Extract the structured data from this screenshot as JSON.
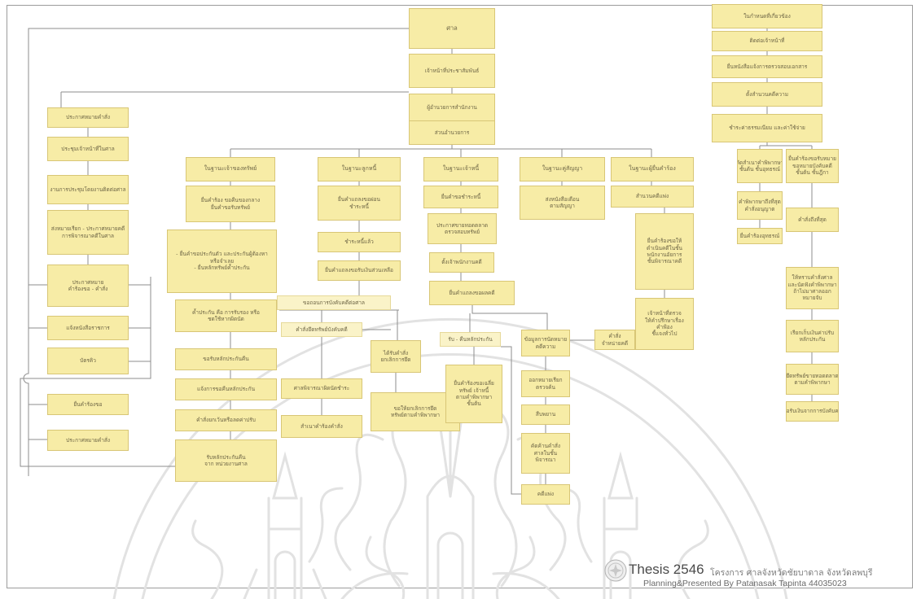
{
  "nodes": {
    "c1": [
      "ศาล"
    ],
    "c2": [
      "เจ้าหน้าที่ประชาสัมพันธ์"
    ],
    "c3": [
      "ผู้อำนวยการสำนักงาน"
    ],
    "c4": [
      "ส่วนอำนวยการ"
    ],
    "l1": [
      "ประกาศหมายคำสั่ง"
    ],
    "l2": [
      "ประชุมเจ้าหน้าที่ในศาล"
    ],
    "l3": [
      "งานการประชุมโดยงานติดต่อศาล"
    ],
    "l4": [
      "ส่งหมายเรียก - ประกาศหมายคดี",
      "การพิจารณาคดีในศาล"
    ],
    "l5": [
      "ประกาศหมาย",
      "คำร้องขอ - คำสั่ง"
    ],
    "l6": [
      "แจ้งหนังสือราชการ"
    ],
    "l7": [
      "บัตรคิว"
    ],
    "l8": [
      "ยื่นคำร้องขอ"
    ],
    "l9": [
      "ประกาศหมายคำสั่ง"
    ],
    "h1": [
      "ในฐานะเจ้าของทรัพย์"
    ],
    "h2": [
      "ในฐานะลูกหนี้"
    ],
    "h3": [
      "ในฐานะเจ้าหนี้"
    ],
    "h4": [
      "ในฐานะคู่สัญญา"
    ],
    "h5": [
      "ในฐานะผู้ยื่นคำร้อง"
    ],
    "a1": [
      "ยื่นคำร้อง ขอคืนของกลาง",
      "ยื่นคำขอรับทรัพย์"
    ],
    "a2": [
      "- ยื่นคำขอประกันตัว และประกันผู้ต้องหา",
      "หรือจำเลย",
      "- ยื่นหลักทรัพย์ค้ำประกัน"
    ],
    "a3": [
      "ค้ำประกัน คือ การรับรอง หรือ",
      "ชดใช้หากผิดนัด"
    ],
    "a4": [
      "ขอรับหลักประกันคืน"
    ],
    "a5": [
      "แจ้งการขอคืนหลักประกัน"
    ],
    "a6": [
      "คำสั่งยกเว้นหรือลดค่าปรับ"
    ],
    "a7": [
      "รับหลักประกันคืน",
      "จาก หน่วยงานศาล"
    ],
    "b1": [
      "ยื่นคำแถลงขอผ่อน",
      "ชำระหนี้"
    ],
    "b2": [
      "ชำระหนี้แล้ว"
    ],
    "b3": [
      "ยื่นคำแถลงขอรับเงินส่วนเหลือ"
    ],
    "b4": [
      "ขอถอนการบังคับคดีต่อศาล"
    ],
    "b5": [
      "คำสั่งยึดทรัพย์บังคับคดี"
    ],
    "b6": [
      "ได้รับคำสั่ง",
      "ยกเลิกการยึด"
    ],
    "b7": [
      "ศาลพิจารณาผิดนัดชำระ"
    ],
    "b8": [
      "สำเนาคำร้องคำสั่ง"
    ],
    "b9": [
      "ขอให้ยกเลิกการยึด",
      "ทรัพย์ตามคำพิพากษา"
    ],
    "k1": [
      "ยื่นคำขอชำระหนี้"
    ],
    "k2": [
      "ประกาศขายทอดตลาด",
      "ตรวจสอบทรัพย์"
    ],
    "k3": [
      "ตั้งเจ้าพนักงานคดี"
    ],
    "k4": [
      "ยื่นคำแถลงขอผลคดี"
    ],
    "k5": [
      "รับ - คืนหลักประกัน"
    ],
    "k6": [
      "ยื่นคำร้องขอเฉลี่ย",
      "ทรัพย์ เจ้าหนี้",
      "ตามคำพิพากษา",
      "ชั้นต้น"
    ],
    "d1": [
      "ส่งหนังสือเตือน",
      "ตามสัญญา"
    ],
    "d2": [
      "ข้อมูลการนัดหมาย",
      "คดีความ"
    ],
    "d3": [
      "ออกหมายเรียก",
      "ตรวจค้น"
    ],
    "d4": [
      "สืบพยาน"
    ],
    "d5": [
      "คัดค้านคำสั่ง",
      "ศาลในชั้น",
      "พิจารณา"
    ],
    "d6": [
      "คดีแพ่ง"
    ],
    "e1": [
      "คำสั่ง",
      "จำหน่ายคดี"
    ],
    "f1": [
      "สำนวนคดีแพ่ง"
    ],
    "f2": [
      "ยื่นคำร้องขอให้",
      "ดำเนินคดีในชั้น",
      "พนักงานอัยการ",
      "ชั้นพิจารณาคดี"
    ],
    "f3": [
      "เจ้าหน้าที่ตรวจ",
      "ให้คำปรึกษาเรื่อง",
      "คำฟ้อง",
      "ชี้แจงทั่วไป"
    ],
    "r1": [
      "ในกำหนดที่เกี่ยวข้อง"
    ],
    "r2": [
      "ติดต่อเจ้าหน้าที่"
    ],
    "r3": [
      "ยื่นหนังสือแจ้งการตรวจสอบเอกสาร"
    ],
    "r4": [
      "ตั้งสำนวนคดีความ"
    ],
    "r5": [
      "ชำระค่าธรรมเนียม และค่าใช้จ่าย"
    ],
    "r6": [
      "คัดสำเนาคำพิพากษา",
      "ชั้นต้น ชั้นอุทธรณ์"
    ],
    "r7": [
      "คำพิพากษาถึงที่สุด",
      "คำสั่งอนุญาต"
    ],
    "r8": [
      "ยื่นคำร้องอุทธรณ์"
    ],
    "s1": [
      "ยื่นคำร้องขอรับหมาย",
      "ขอหมายบังคับคดี",
      "ชั้นต้น ชั้นฎีกา"
    ],
    "s2": [
      "คำสั่งถึงที่สุด"
    ],
    "s3": [
      "ให้ทราบคำสั่งศาล",
      "และนัดฟังคำพิพากษา",
      "ถ้าไม่มาศาลออก",
      "หมายจับ"
    ],
    "s4": [
      "เรียกเก็บเงินค่าปรับ",
      "หลักประกัน"
    ],
    "s5": [
      "ยึดทรัพย์ขายทอดตลาด",
      "ตามคำพิพากษา"
    ],
    "s6": [
      "ขอรับเงินจากการบังคับคดี"
    ]
  },
  "footer": {
    "title": "Thesis 2546",
    "project": "โครงการ ศาลจังหวัดชัยบาดาล จังหวัดลพบุรี",
    "credit": "Planning&Presented By Patanasak Tapinta 44035023"
  },
  "colors": {
    "node_fill": "#f7eca6",
    "node_border": "#d8c676",
    "connector": "#8e8e8e"
  },
  "icons": {
    "watermark": "university-emblem-watermark",
    "seal": "seal-icon"
  }
}
